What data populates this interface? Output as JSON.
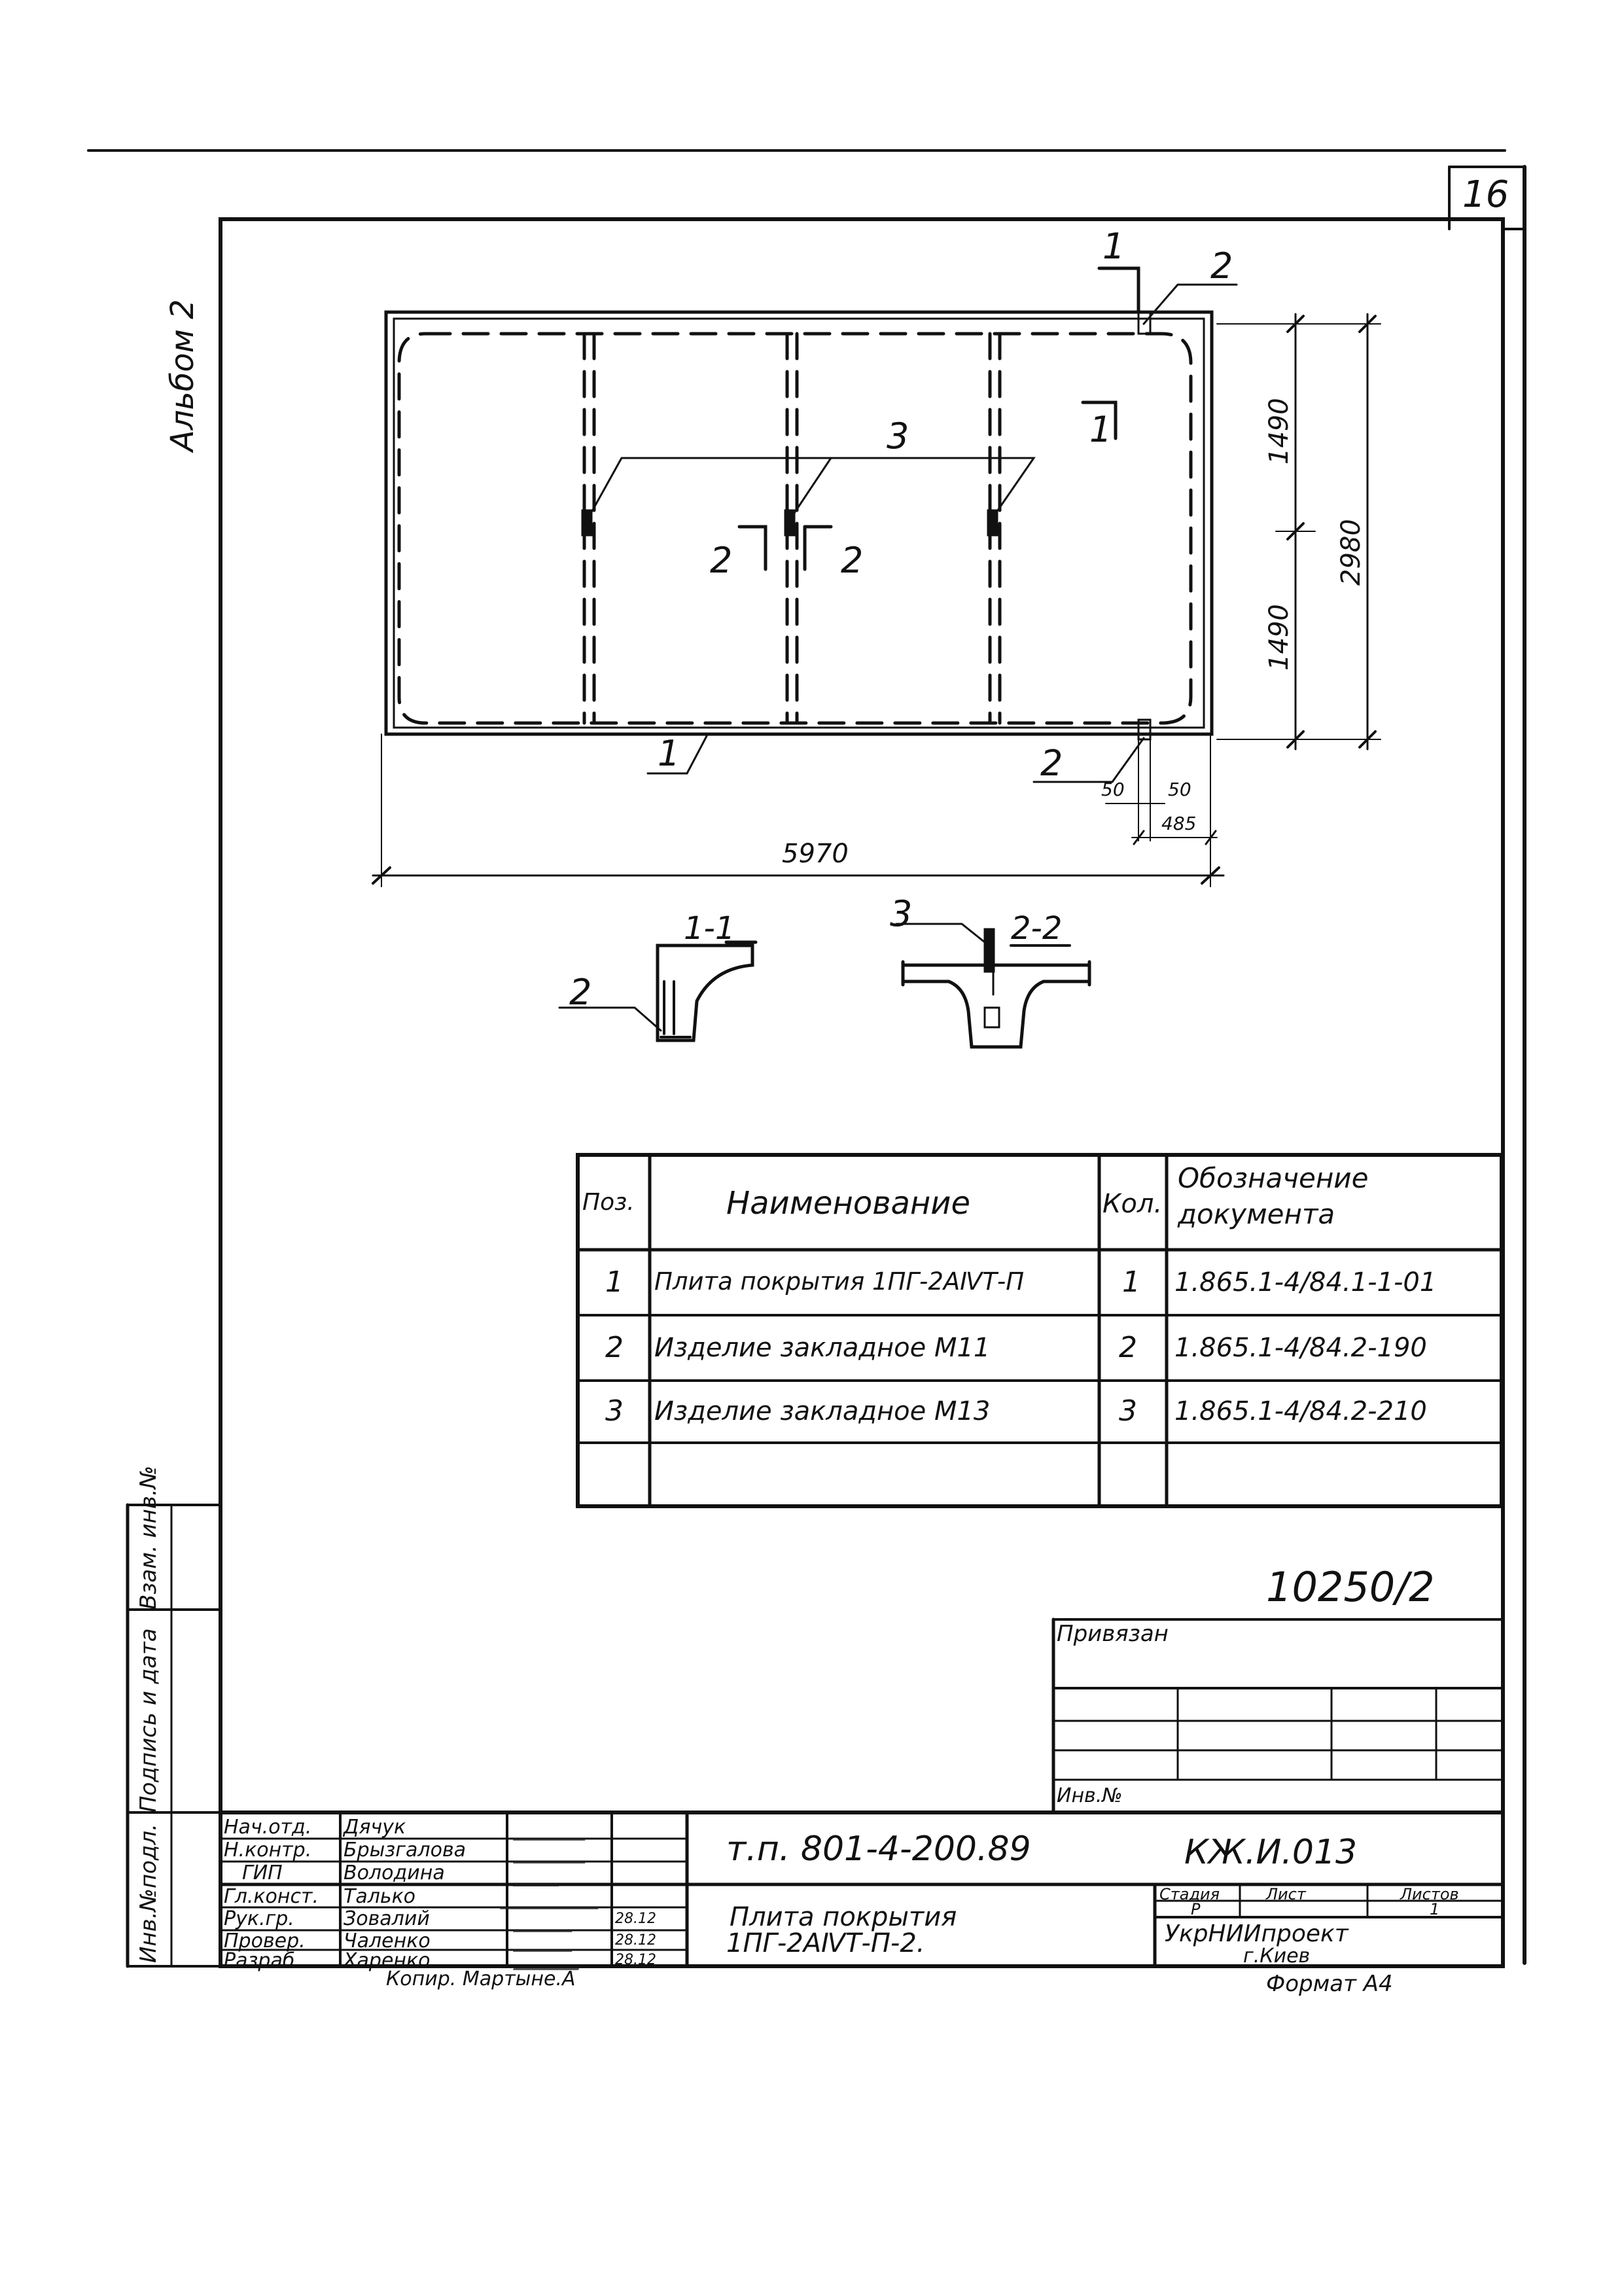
{
  "sheet": {
    "number": "16",
    "album_label": "Альбом 2",
    "format_label": "Формат А4",
    "copied_label": "Копир. Мартыне.А"
  },
  "plan": {
    "dims": {
      "width": "5970",
      "height": "2980",
      "half_top": "1490",
      "half_bottom": "1490",
      "edge_a": "50",
      "edge_b": "50",
      "edge_c": "485"
    },
    "callouts": {
      "cut1_top": "1",
      "cut1_bottom": "1",
      "pos2_top": "2",
      "pos3": "3",
      "cut2_left": "2",
      "cut2_right": "2",
      "pos1": "1",
      "pos2_bottom": "2"
    }
  },
  "sections": {
    "s1_title": "1-1",
    "s1_pos": "2",
    "s2_title": "2-2",
    "s2_pos": "3"
  },
  "spec_table": {
    "headers": {
      "pos": "Поз.",
      "name": "Наименование",
      "qty": "Кол.",
      "doc_line1": "Обозначение",
      "doc_line2": "документа"
    },
    "rows": [
      {
        "pos": "1",
        "name": "Плита покрытия 1ПГ-2АⅣТ-П",
        "qty": "1",
        "doc": "1.865.1-4/84.1-1-01"
      },
      {
        "pos": "2",
        "name": "Изделие закладное  М11",
        "qty": "2",
        "doc": "1.865.1-4/84.2-190"
      },
      {
        "pos": "3",
        "name": "Изделие закладное М13",
        "qty": "3",
        "doc": "1.865.1-4/84.2-210"
      }
    ]
  },
  "binding": {
    "stamp_number": "10250/2",
    "label": "Привязан",
    "inv_label": "Инв.№"
  },
  "side_labels": {
    "vz_inv": "Взам. инв.№",
    "sign_date": "Подпись и дата",
    "inv_orig": "Инв.№подл."
  },
  "title_block": {
    "staff": [
      {
        "role": "Нач.отд.",
        "name": "Дячук",
        "date": ""
      },
      {
        "role": "Н.контр.",
        "name": "Брызгалова",
        "date": ""
      },
      {
        "role": "ГИП",
        "name": "Володина",
        "date": ""
      },
      {
        "role": "Гл.конст.",
        "name": "Талько",
        "date": ""
      },
      {
        "role": "Рук.гр.",
        "name": "Зовалий",
        "date": "28.12"
      },
      {
        "role": "Провер.",
        "name": "Чаленко",
        "date": "28.12"
      },
      {
        "role": "Разраб.",
        "name": "Харенко",
        "date": "28.12"
      }
    ],
    "project_code": "т.п. 801-4-200.89",
    "drawing_code": "КЖ.И.013",
    "drawing_title_line1": "Плита покрытия",
    "drawing_title_line2": "1ПГ-2АⅣТ-П-2.",
    "stage_label": "Стадия",
    "sheet_label": "Лист",
    "sheets_label": "Листов",
    "stage_value": "Р",
    "sheet_value": "",
    "sheets_value": "1",
    "org_line1": "УкрНИИпроект",
    "org_line2": "г.Киев"
  }
}
